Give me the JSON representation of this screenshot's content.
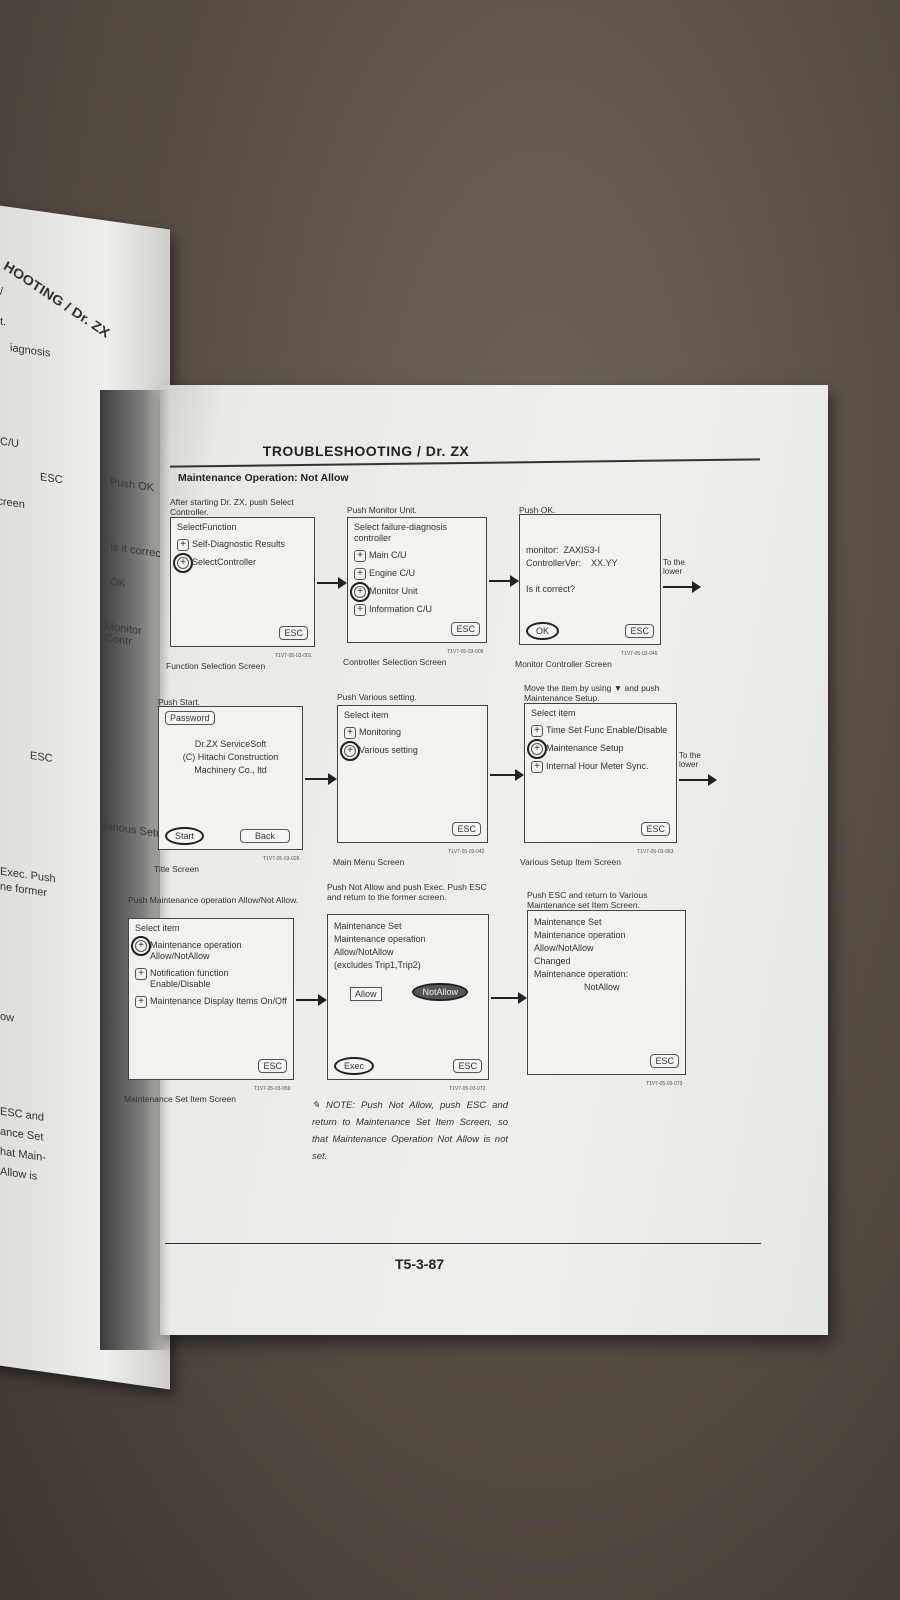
{
  "left_page": {
    "fragments": [
      "HOOTING / Dr. ZX",
      "/",
      "t.",
      "iagnosis",
      "C/U",
      "ESC",
      "Screen",
      "Push OK",
      "Is it correct?",
      "OK",
      "Monitor Contr",
      "ESC",
      "Various Setup",
      "Exec. Push",
      "ne former",
      "ow",
      "ESC and",
      "ance Set",
      "hat Main-",
      "Allow is"
    ]
  },
  "header": {
    "title": "TROUBLESHOOTING / Dr. ZX",
    "section": "Maintenance Operation: Not Allow"
  },
  "panels": [
    {
      "instruction": "After starting Dr. ZX, push Select Controller.",
      "title": "SelectFunction",
      "items": [
        {
          "label": "Self-Diagnostic Results",
          "circled": false
        },
        {
          "label": "SelectController",
          "circled": true
        }
      ],
      "buttons": [
        {
          "label": "ESC",
          "circled": false
        }
      ],
      "code": "T1V7-05-03-001",
      "caption": "Function Selection Screen"
    },
    {
      "instruction": "Push Monitor Unit.",
      "title": "Select failure-diagnosis controller",
      "items": [
        {
          "label": "Main C/U",
          "circled": false
        },
        {
          "label": "Engine C/U",
          "circled": false
        },
        {
          "label": "Monitor Unit",
          "circled": true
        },
        {
          "label": "Information C/U",
          "circled": false
        }
      ],
      "buttons": [
        {
          "label": "ESC",
          "circled": false
        }
      ],
      "code": "T1V7-05-03-009",
      "caption": "Controller Selection Screen"
    },
    {
      "instruction": "Push OK.",
      "lines": [
        "monitor:  ZAXIS3-I",
        "ControllerVer:    XX.YY",
        "",
        "Is it correct?"
      ],
      "buttons": [
        {
          "label": "OK",
          "circled": true
        },
        {
          "label": "ESC",
          "circled": false
        }
      ],
      "code": "T1V7-05-03-046",
      "caption": "Monitor Controller Screen",
      "next": "To the lower"
    },
    {
      "instruction": "Push Start.",
      "lines": [
        "Dr.ZX ServiceSoft",
        "(C) Hitachi Construction",
        "Machinery Co., ltd"
      ],
      "buttons": [
        {
          "label": "Password",
          "circled": false
        },
        {
          "label": "Start",
          "circled": true
        },
        {
          "label": "Back",
          "circled": false
        }
      ],
      "code": "T1V7-05-03-026",
      "caption": "Title Screen"
    },
    {
      "instruction": "Push Various setting.",
      "title": "Select item",
      "items": [
        {
          "label": "Monitoring",
          "circled": false
        },
        {
          "label": "Various setting",
          "circled": true
        }
      ],
      "buttons": [
        {
          "label": "ESC",
          "circled": false
        }
      ],
      "code": "T1V7-05-03-042",
      "caption": "Main Menu Screen"
    },
    {
      "instruction": "Move the item by using ▼ and push Maintenance Setup.",
      "title": "Select item",
      "items": [
        {
          "label": "Time Set Func Enable/Disable",
          "circled": false
        },
        {
          "label": "Maintenance Setup",
          "circled": true
        },
        {
          "label": "Internal Hour Meter Sync.",
          "circled": false
        }
      ],
      "buttons": [
        {
          "label": "ESC",
          "circled": false
        }
      ],
      "code": "T1V7-05-03-063",
      "caption": "Various Setup Item Screen",
      "next": "To the lower"
    },
    {
      "instruction": "Push Maintenance operation Allow/Not Allow.",
      "title": "Select item",
      "items": [
        {
          "label": "Maintenance operation Allow/NotAllow",
          "circled": true
        },
        {
          "label": "Notification function Enable/Disable",
          "circled": false
        },
        {
          "label": "Maintenance Display Items On/Off",
          "circled": false
        }
      ],
      "buttons": [
        {
          "label": "ESC",
          "circled": false
        }
      ],
      "code": "T1V7-05-03-069",
      "caption": "Maintenance Set Item Screen"
    },
    {
      "instruction": "Push Not Allow and push Exec. Push ESC and return to the former screen.",
      "lines": [
        "Maintenance Set",
        "Maintenance operation",
        "Allow/NotAllow",
        "(excludes Trip1,Trip2)"
      ],
      "buttons": [
        {
          "label": "Allow",
          "circled": false
        },
        {
          "label": "NotAllow",
          "circled": true
        },
        {
          "label": "Exec",
          "circled": true
        },
        {
          "label": "ESC",
          "circled": false
        }
      ],
      "code": "T1V7-05-03-072",
      "caption": ""
    },
    {
      "instruction": "Push ESC and return to Various Maintenance set Item Screen.",
      "lines": [
        "Maintenance Set",
        "Maintenance operation",
        "Allow/NotAllow",
        "Changed",
        "Maintenance operation:",
        "                    NotAllow"
      ],
      "buttons": [
        {
          "label": "ESC",
          "circled": false
        }
      ],
      "code": "T1V7-05-03-073",
      "caption": ""
    }
  ],
  "note": {
    "label": "NOTE:",
    "text": "Push Not Allow, push ESC and return to Maintenance Set Item Screen, so that Maintenance Operation Not Allow is not set."
  },
  "footer": {
    "page_number": "T5-3-87"
  }
}
